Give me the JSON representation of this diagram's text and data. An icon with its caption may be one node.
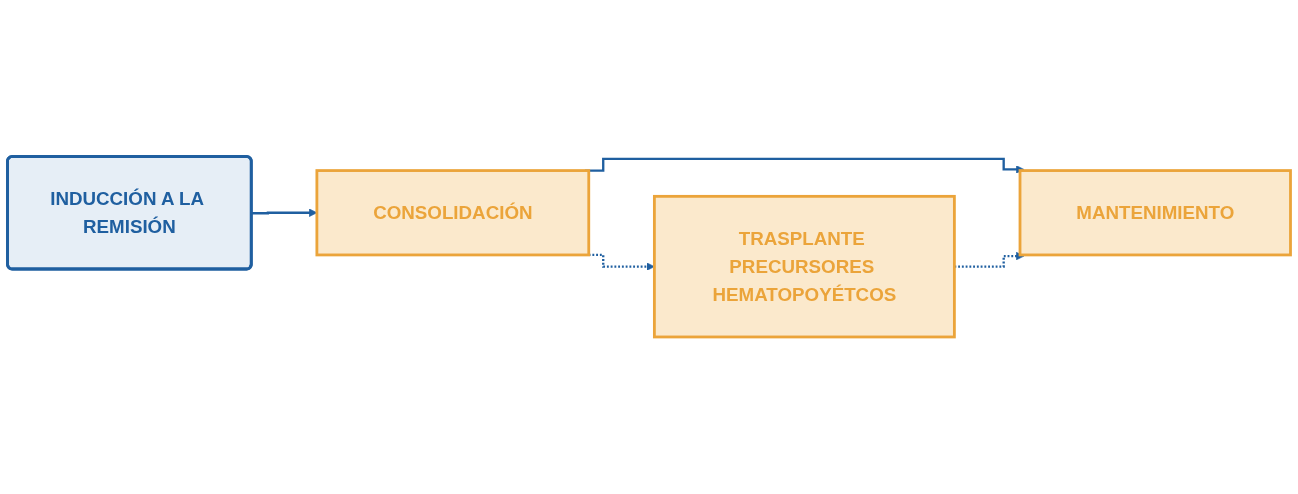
{
  "diagram": {
    "nodes": [
      {
        "text": [
          "INDUCCIÓN A LA REMISIÓN"
        ]
      },
      {
        "text": [
          "CONSOLIDACIÓN"
        ]
      },
      {
        "text": [
          "MANTENIMIENTO"
        ]
      },
      {
        "text": [
          "TRASPLANTE PRECURSORES HEMATOPOYÉTCOS"
        ]
      }
    ],
    "edges": [
      {
        "from": 0,
        "to": 1,
        "arrow": "to"
      },
      {
        "from": 1,
        "to": 2,
        "arrow": "to"
      },
      {
        "from": 1,
        "to": 3,
        "arrow": "to",
        "style": "dashed"
      },
      {
        "from": 3,
        "to": 2,
        "arrow": "to",
        "style": "dashed"
      }
    ]
  }
}
